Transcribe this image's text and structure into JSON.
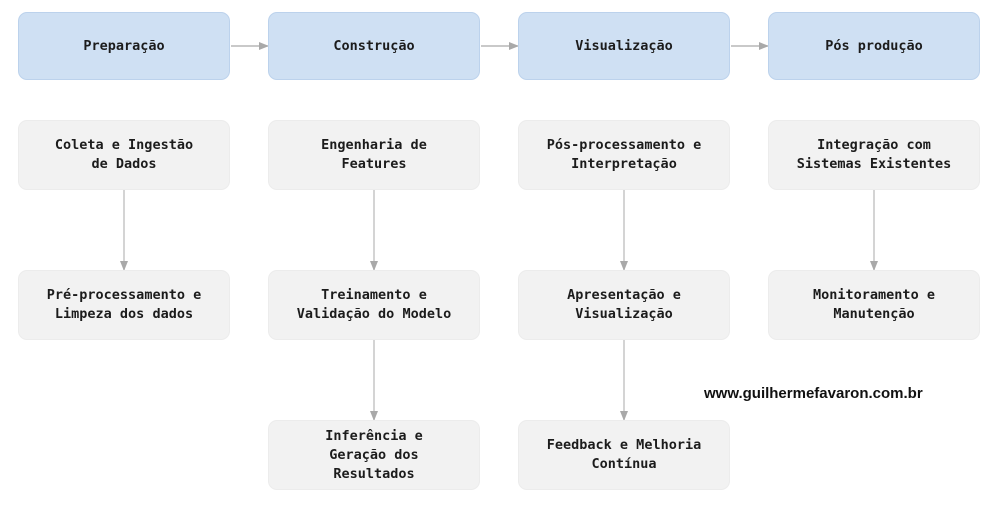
{
  "phases": [
    {
      "label": "Preparação"
    },
    {
      "label": "Construção"
    },
    {
      "label": "Visualização"
    },
    {
      "label": "Pós produção"
    }
  ],
  "steps": {
    "preparacao": [
      "Coleta e Ingestão\nde Dados",
      "Pré-processamento e\nLimpeza dos dados"
    ],
    "construcao": [
      "Engenharia de\nFeatures",
      "Treinamento e\nValidação do Modelo",
      "Inferência e\nGeração dos\nResultados"
    ],
    "visualizacao": [
      "Pós-processamento e\nInterpretação",
      "Apresentação e\nVisualização",
      "Feedback e Melhoria\nContínua"
    ],
    "pos_producao": [
      "Integração com\nSistemas Existentes",
      "Monitoramento e\nManutenção"
    ]
  },
  "website": "www.guilhermefavaron.com.br",
  "colors": {
    "phase_fill": "#cfe0f3",
    "step_fill": "#f2f2f2",
    "arrow": "#a9a9a9",
    "text": "#1c1c1c"
  }
}
